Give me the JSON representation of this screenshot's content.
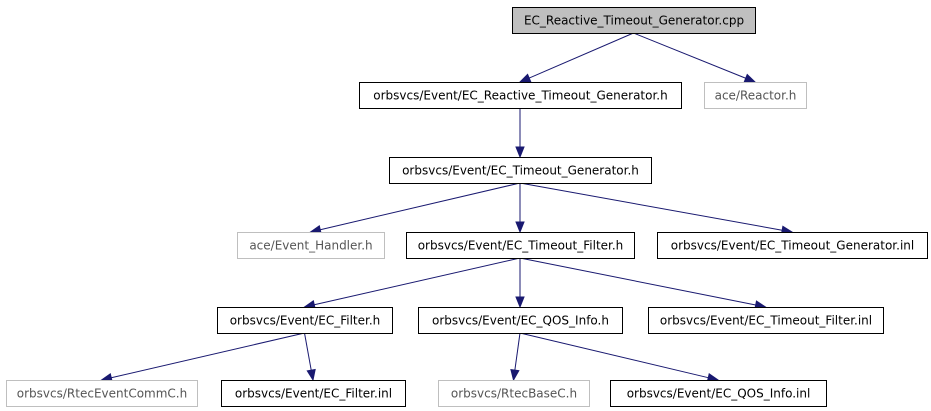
{
  "diagram": {
    "nodes": [
      {
        "id": "root",
        "label": "EC_Reactive_Timeout_Generator.cpp",
        "kind": "root"
      },
      {
        "id": "reactive_h",
        "label": "orbsvcs/Event/EC_Reactive_Timeout_Generator.h",
        "kind": "normal"
      },
      {
        "id": "reactor_h",
        "label": "ace/Reactor.h",
        "kind": "external"
      },
      {
        "id": "timeout_gen_h",
        "label": "orbsvcs/Event/EC_Timeout_Generator.h",
        "kind": "normal"
      },
      {
        "id": "event_handler_h",
        "label": "ace/Event_Handler.h",
        "kind": "external"
      },
      {
        "id": "timeout_filter_h",
        "label": "orbsvcs/Event/EC_Timeout_Filter.h",
        "kind": "normal"
      },
      {
        "id": "timeout_gen_inl",
        "label": "orbsvcs/Event/EC_Timeout_Generator.inl",
        "kind": "normal"
      },
      {
        "id": "filter_h",
        "label": "orbsvcs/Event/EC_Filter.h",
        "kind": "normal"
      },
      {
        "id": "qos_info_h",
        "label": "orbsvcs/Event/EC_QOS_Info.h",
        "kind": "normal"
      },
      {
        "id": "timeout_filter_inl",
        "label": "orbsvcs/Event/EC_Timeout_Filter.inl",
        "kind": "normal"
      },
      {
        "id": "rtec_comm_h",
        "label": "orbsvcs/RtecEventCommC.h",
        "kind": "external"
      },
      {
        "id": "filter_inl",
        "label": "orbsvcs/Event/EC_Filter.inl",
        "kind": "normal"
      },
      {
        "id": "rtec_base_h",
        "label": "orbsvcs/RtecBaseC.h",
        "kind": "external"
      },
      {
        "id": "qos_info_inl",
        "label": "orbsvcs/Event/EC_QOS_Info.inl",
        "kind": "normal"
      }
    ],
    "edges": [
      {
        "from": "root",
        "to": "reactive_h"
      },
      {
        "from": "root",
        "to": "reactor_h"
      },
      {
        "from": "reactive_h",
        "to": "timeout_gen_h"
      },
      {
        "from": "timeout_gen_h",
        "to": "event_handler_h"
      },
      {
        "from": "timeout_gen_h",
        "to": "timeout_filter_h"
      },
      {
        "from": "timeout_gen_h",
        "to": "timeout_gen_inl"
      },
      {
        "from": "timeout_filter_h",
        "to": "filter_h"
      },
      {
        "from": "timeout_filter_h",
        "to": "qos_info_h"
      },
      {
        "from": "timeout_filter_h",
        "to": "timeout_filter_inl"
      },
      {
        "from": "filter_h",
        "to": "rtec_comm_h"
      },
      {
        "from": "filter_h",
        "to": "filter_inl"
      },
      {
        "from": "qos_info_h",
        "to": "rtec_base_h"
      },
      {
        "from": "qos_info_h",
        "to": "qos_info_inl"
      }
    ],
    "colors": {
      "edge": "#191970",
      "root_fill": "#bfbfbf",
      "external_border": "#bfbfbf",
      "normal_border": "#000000"
    }
  }
}
